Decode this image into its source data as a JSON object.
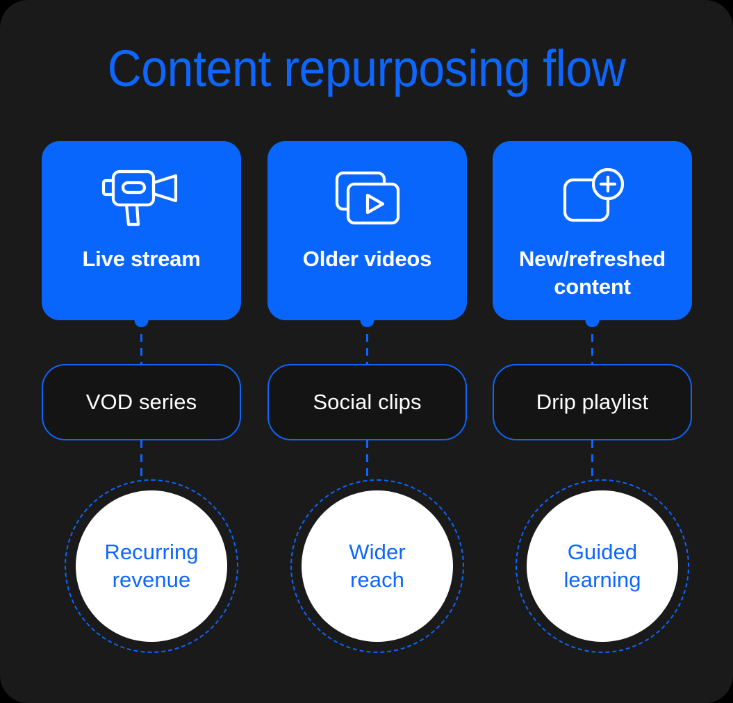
{
  "title": "Content repurposing flow",
  "theme": {
    "page_bg": "#000000",
    "panel_bg": "#1a1a1a",
    "accent_blue": "#0866fc",
    "line_blue": "#0d66fd",
    "card_text": "#ffffff",
    "outcome_fill": "#ffffff",
    "outcome_text": "#0d66fd",
    "pill_fill": "#141414"
  },
  "columns": [
    {
      "source": {
        "label": "Live stream",
        "icon": "video-camera-icon"
      },
      "format": {
        "label": "VOD series"
      },
      "outcome": {
        "label": "Recurring revenue",
        "line1": "Recurring",
        "line2": "revenue"
      }
    },
    {
      "source": {
        "label": "Older videos",
        "icon": "video-stack-play-icon"
      },
      "format": {
        "label": "Social clips"
      },
      "outcome": {
        "label": "Wider reach",
        "line1": "Wider",
        "line2": "reach"
      }
    },
    {
      "source": {
        "label": "New/refreshed content",
        "icon": "add-content-icon"
      },
      "format": {
        "label": "Drip playlist"
      },
      "outcome": {
        "label": "Guided learning",
        "line1": "Guided",
        "line2": "learning"
      }
    }
  ]
}
